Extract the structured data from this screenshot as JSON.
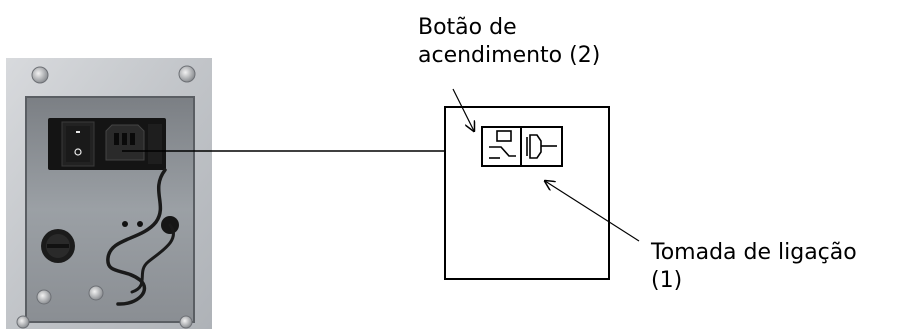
{
  "labels": {
    "power_button": {
      "line1": "Botão de",
      "line2": "acendimento (2)"
    },
    "power_socket": {
      "line1": "Tomada de ligação",
      "line2": "(1)"
    }
  },
  "colors": {
    "panel_metal": "#c9ccd0",
    "panel_cutout": "#8d9196",
    "switch_block": "#141414",
    "line": "#000000"
  },
  "icons": {
    "power_switch": "rocker-switch-icon",
    "socket": "iec-socket-icon",
    "fuse_holder": "fuse-holder-knob-icon",
    "cable": "cable-icon"
  }
}
